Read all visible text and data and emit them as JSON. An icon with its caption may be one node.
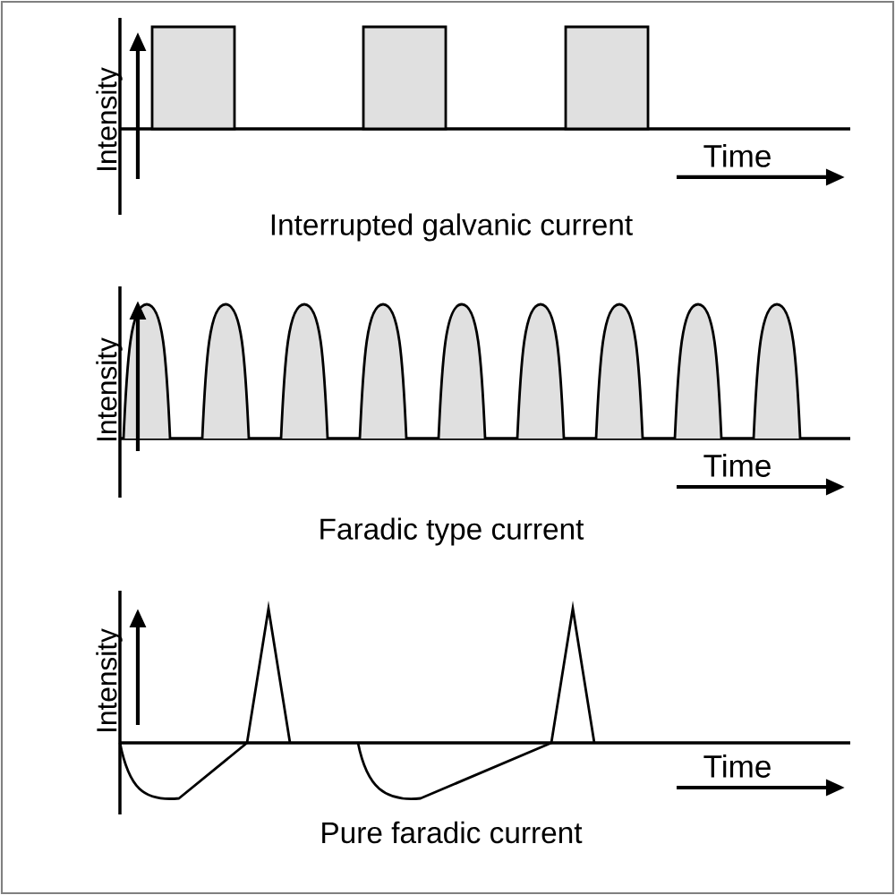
{
  "diagram": {
    "labels": [
      "Intensity",
      "Time",
      "Interrupted galvanic current",
      "Intensity",
      "Time",
      "Faradic type current",
      "Intensity",
      "Time",
      "Pure faradic current"
    ]
  }
}
